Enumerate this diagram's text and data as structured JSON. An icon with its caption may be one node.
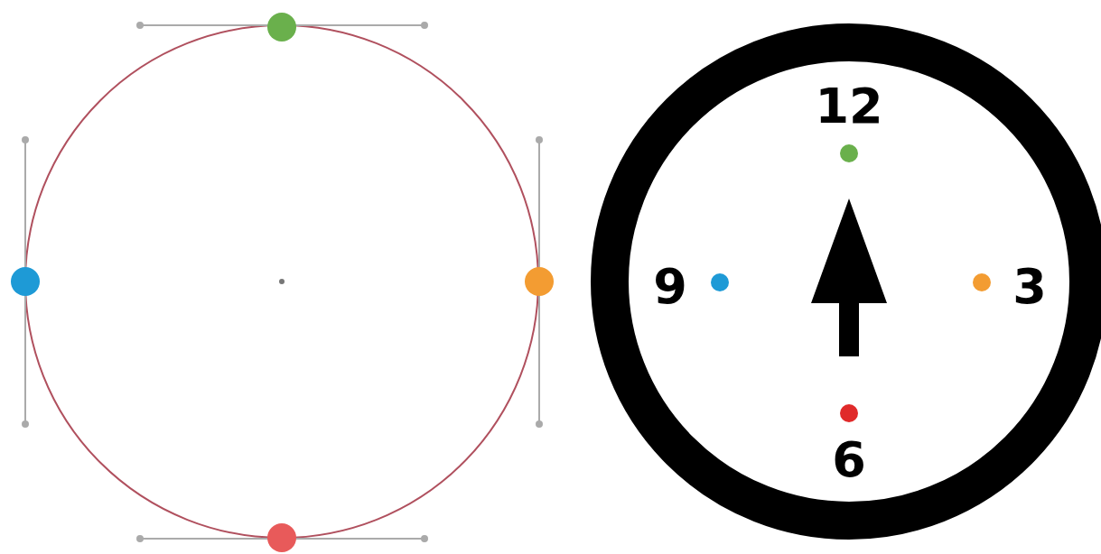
{
  "diagram": {
    "labels": [
      "12",
      "9",
      "3",
      "6"
    ]
  }
}
